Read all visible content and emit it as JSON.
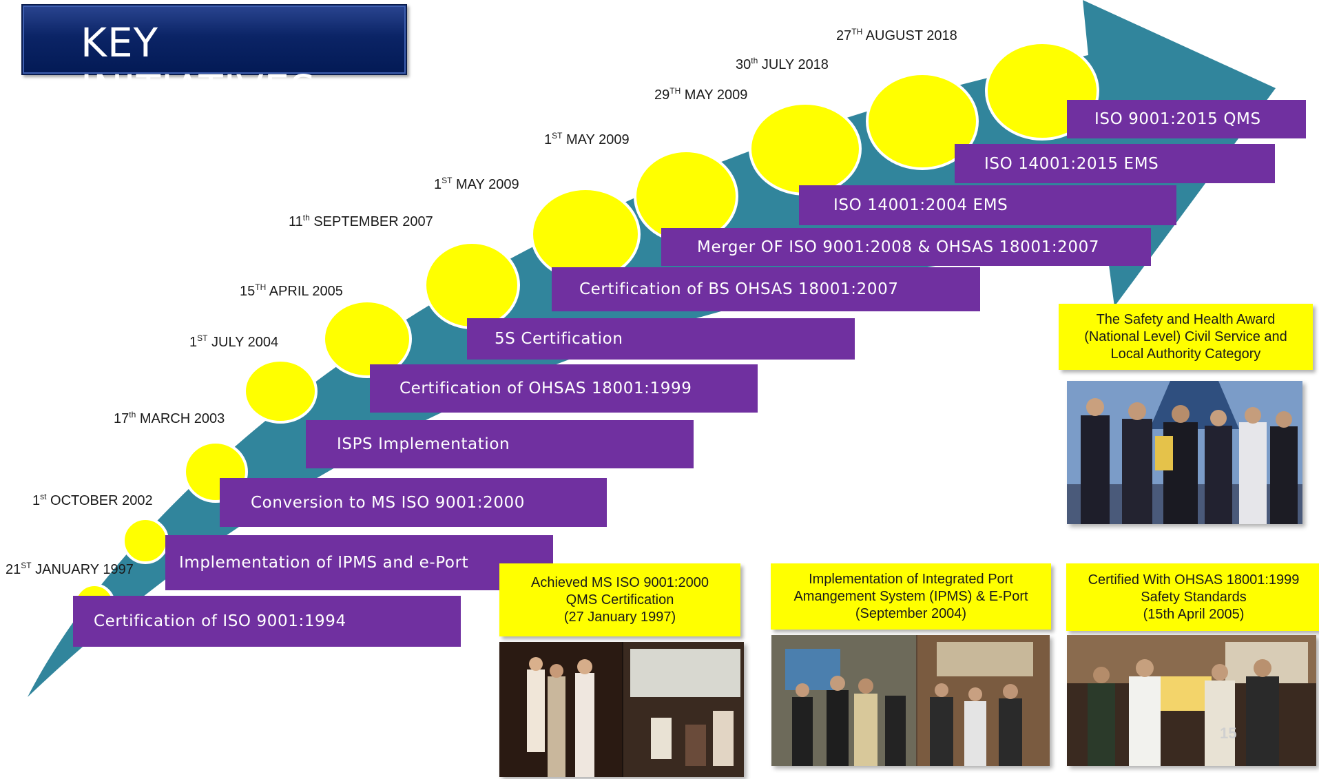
{
  "title": "KEY INITIATIVES",
  "colors": {
    "arrow": "#31859c",
    "circle": "#ffff00",
    "bar": "#7030a0",
    "caption": "#ffff00",
    "title_bg": "#0b2466"
  },
  "milestones": [
    {
      "date_pre": "21",
      "date_sup": "ST",
      "date_post": " JANUARY 1997",
      "label": "Certification of ISO 9001:1994"
    },
    {
      "date_pre": "1",
      "date_sup": "st",
      "date_post": " OCTOBER 2002",
      "label": "Implementation of  IPMS and e-Port"
    },
    {
      "date_pre": "17",
      "date_sup": "th",
      "date_post": " MARCH 2003",
      "label": "Conversion to MS ISO 9001:2000"
    },
    {
      "date_pre": "1",
      "date_sup": "ST",
      "date_post": " JULY 2004",
      "label": "ISPS Implementation"
    },
    {
      "date_pre": "15",
      "date_sup": "TH",
      "date_post": " APRIL 2005",
      "label": "Certification of OHSAS 18001:1999"
    },
    {
      "date_pre": "11",
      "date_sup": "th",
      "date_post": " SEPTEMBER 2007",
      "label": "5S Certification"
    },
    {
      "date_pre": "1",
      "date_sup": "ST",
      "date_post": " MAY 2009",
      "label": "Certification of BS OHSAS 18001:2007"
    },
    {
      "date_pre": "1",
      "date_sup": "ST",
      "date_post": " MAY 2009",
      "label": "Merger OF ISO 9001:2008 & OHSAS 18001:2007"
    },
    {
      "date_pre": "29",
      "date_sup": "TH",
      "date_post": " MAY 2009",
      "label": "ISO 14001:2004 EMS"
    },
    {
      "date_pre": "30",
      "date_sup": "th",
      "date_post": " JULY 2018",
      "label": "ISO 14001:2015 EMS"
    },
    {
      "date_pre": "27",
      "date_sup": "TH",
      "date_post": " AUGUST 2018",
      "label": "ISO 9001:2015 QMS"
    }
  ],
  "captions": [
    {
      "lines": [
        "Achieved MS ISO 9001:2000",
        "QMS Certification",
        "(27 January 1997)"
      ],
      "photo": "ceremony-photo"
    },
    {
      "lines": [
        "Implementation of Integrated Port",
        "Amangement System (IPMS) & E-Port",
        "(September 2004)"
      ],
      "photo": "launch-photo"
    },
    {
      "lines": [
        "Certified With OHSAS 18001:1999",
        "Safety Standards",
        "(15th April 2005)"
      ],
      "photo": "certificate-photo"
    },
    {
      "lines": [
        "The Safety and Health Award",
        "(National Level) Civil Service and",
        "Local Authority Category"
      ],
      "photo": "award-photo"
    }
  ],
  "slide_number": "15"
}
